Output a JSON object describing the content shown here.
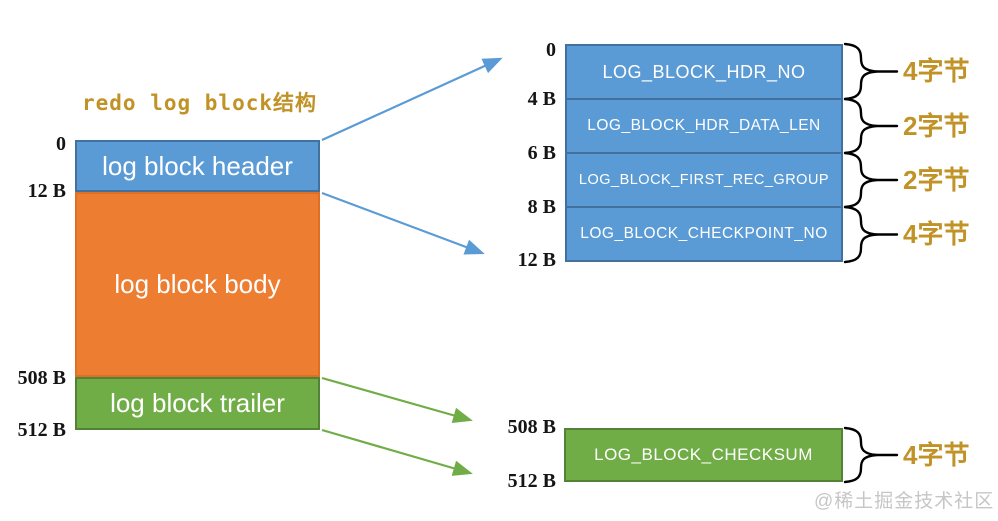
{
  "title": "redo log block结构",
  "watermark": "@稀土掘金技术社区",
  "colors": {
    "header_blue": "#5B9BD5",
    "header_blue_border": "#41719C",
    "body_orange": "#ED7D31",
    "trailer_green": "#70AD47",
    "trailer_green_border": "#538135",
    "gold_text": "#C19226",
    "offset_text": "#151515",
    "field_text": "#FFFFFF",
    "brace_black": "#000000"
  },
  "overview": {
    "offsets": [
      "0",
      "12 B",
      "508 B",
      "512 B"
    ],
    "sections": [
      {
        "label": "log block header"
      },
      {
        "label": "log block body"
      },
      {
        "label": "log block trailer"
      }
    ]
  },
  "header_detail": {
    "offsets": [
      "0",
      "4 B",
      "6 B",
      "8 B",
      "12 B"
    ],
    "fields": [
      {
        "name": "LOG_BLOCK_HDR_NO",
        "size": "4字节"
      },
      {
        "name": "LOG_BLOCK_HDR_DATA_LEN",
        "size": "2字节"
      },
      {
        "name": "LOG_BLOCK_FIRST_REC_GROUP",
        "size": "2字节"
      },
      {
        "name": "LOG_BLOCK_CHECKPOINT_NO",
        "size": "4字节"
      }
    ]
  },
  "trailer_detail": {
    "offsets": [
      "508 B",
      "512 B"
    ],
    "fields": [
      {
        "name": "LOG_BLOCK_CHECKSUM",
        "size": "4字节"
      }
    ]
  }
}
